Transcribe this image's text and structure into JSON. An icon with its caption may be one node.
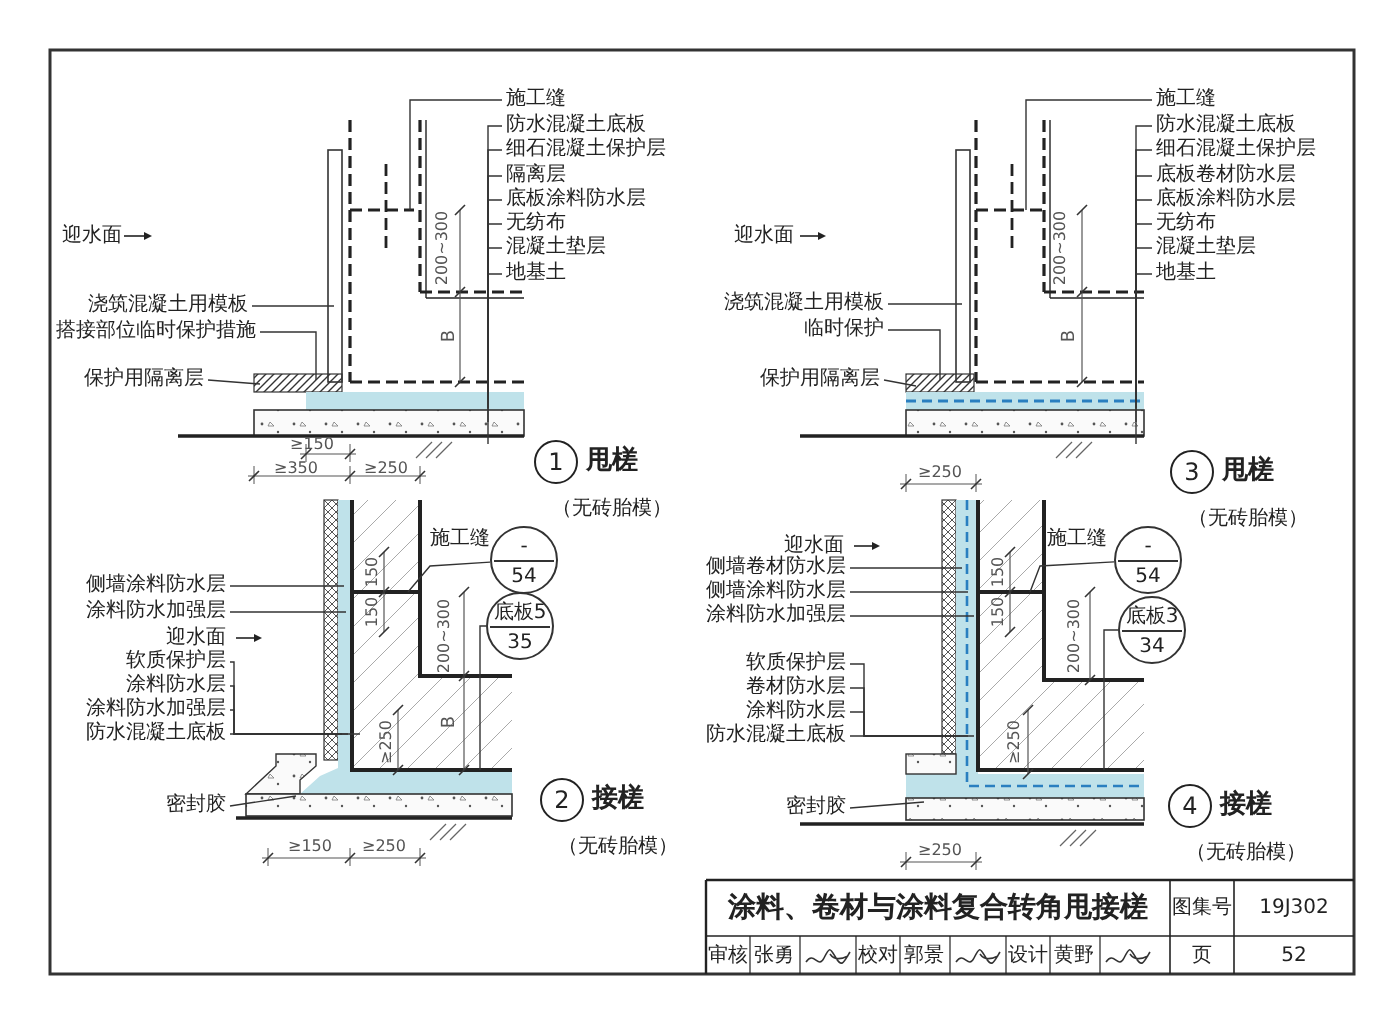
{
  "diagram": {
    "title": "涂料、卷材与涂料复合转角甩接槎",
    "nodes": [
      {
        "text": [
          "施工缝"
        ]
      },
      {
        "text": [
          "防水混凝土底板"
        ]
      },
      {
        "text": [
          "细石混凝土保护层"
        ]
      },
      {
        "text": [
          "隔离层"
        ]
      },
      {
        "text": [
          "底板涂料防水层"
        ]
      },
      {
        "text": [
          "无纺布"
        ]
      },
      {
        "text": [
          "混凝土垫层"
        ]
      },
      {
        "text": [
          "地基土"
        ]
      },
      {
        "text": [
          "浇筑混凝土用模板"
        ]
      },
      {
        "text": [
          "搭接部位临时保护措施"
        ]
      },
      {
        "text": [
          "保护用隔离层"
        ]
      },
      {
        "text": [
          "1"
        ],
        "beside": [
          "甩槎",
          "（无砖胎模）"
        ]
      },
      {
        "text": [
          "施工缝"
        ]
      },
      {
        "text": [
          "防水混凝土底板"
        ]
      },
      {
        "text": [
          "细石混凝土保护层"
        ]
      },
      {
        "text": [
          "底板卷材防水层"
        ]
      },
      {
        "text": [
          "底板涂料防水层"
        ]
      },
      {
        "text": [
          "无纺布"
        ]
      },
      {
        "text": [
          "混凝土垫层"
        ]
      },
      {
        "text": [
          "地基土"
        ]
      },
      {
        "text": [
          "浇筑混凝土用模板"
        ]
      },
      {
        "text": [
          "临时保护"
        ]
      },
      {
        "text": [
          "保护用隔离层"
        ]
      },
      {
        "text": [
          "3"
        ],
        "beside": [
          "甩槎",
          "（无砖胎模）"
        ]
      },
      {
        "text": [
          "侧墙涂料防水层"
        ]
      },
      {
        "text": [
          "涂料防水加强层"
        ]
      },
      {
        "text": [
          "软质保护层"
        ]
      },
      {
        "text": [
          "涂料防水层"
        ]
      },
      {
        "text": [
          "涂料防水加强层"
        ]
      },
      {
        "text": [
          "防水混凝土底板"
        ]
      },
      {
        "text": [
          "密封胶"
        ]
      },
      {
        "text": [
          "-",
          "54"
        ]
      },
      {
        "text": [
          "底板5",
          "35"
        ]
      },
      {
        "text": [
          "2"
        ],
        "beside": [
          "接槎",
          "（无砖胎模）"
        ]
      },
      {
        "text": [
          "侧墙卷材防水层"
        ]
      },
      {
        "text": [
          "侧墙涂料防水层"
        ]
      },
      {
        "text": [
          "涂料防水加强层"
        ]
      },
      {
        "text": [
          "软质保护层"
        ]
      },
      {
        "text": [
          "卷材防水层"
        ]
      },
      {
        "text": [
          "涂料防水层"
        ]
      },
      {
        "text": [
          "防水混凝土底板"
        ]
      },
      {
        "text": [
          "密封胶"
        ]
      },
      {
        "text": [
          "-",
          "54"
        ]
      },
      {
        "text": [
          "底板3",
          "34"
        ]
      },
      {
        "text": [
          "4"
        ],
        "beside": [
          "接槎",
          "（无砖胎模）"
        ]
      }
    ],
    "edges": [
      {
        "from": 0,
        "to": null,
        "arrow": "none"
      },
      {
        "from": 1,
        "to": null,
        "arrow": "none"
      },
      {
        "from": 2,
        "to": null,
        "arrow": "none"
      },
      {
        "from": 3,
        "to": null,
        "arrow": "none"
      },
      {
        "from": 4,
        "to": null,
        "arrow": "none"
      },
      {
        "from": 5,
        "to": null,
        "arrow": "none"
      },
      {
        "from": 6,
        "to": null,
        "arrow": "none"
      },
      {
        "from": 7,
        "to": null,
        "arrow": "none"
      },
      {
        "from": 8,
        "to": null,
        "arrow": "none"
      },
      {
        "from": 9,
        "to": null,
        "arrow": "none"
      },
      {
        "from": 10,
        "to": null,
        "arrow": "none"
      },
      {
        "from": 12,
        "to": null,
        "arrow": "none"
      },
      {
        "from": 13,
        "to": null,
        "arrow": "none"
      },
      {
        "from": 14,
        "to": null,
        "arrow": "none"
      },
      {
        "from": 15,
        "to": null,
        "arrow": "none"
      },
      {
        "from": 16,
        "to": null,
        "arrow": "none"
      },
      {
        "from": 17,
        "to": null,
        "arrow": "none"
      },
      {
        "from": 18,
        "to": null,
        "arrow": "none"
      },
      {
        "from": 19,
        "to": null,
        "arrow": "none"
      },
      {
        "from": 20,
        "to": null,
        "arrow": "none"
      },
      {
        "from": 21,
        "to": null,
        "arrow": "none"
      },
      {
        "from": 22,
        "to": null,
        "arrow": "none"
      },
      {
        "from": 24,
        "to": null,
        "arrow": "none"
      },
      {
        "from": 25,
        "to": null,
        "arrow": "none"
      },
      {
        "from": 26,
        "to": null,
        "arrow": "none"
      },
      {
        "from": 27,
        "to": null,
        "arrow": "none"
      },
      {
        "from": 28,
        "to": null,
        "arrow": "none"
      },
      {
        "from": 29,
        "to": null,
        "arrow": "none"
      },
      {
        "from": 30,
        "to": null,
        "arrow": "none"
      },
      {
        "from": 31,
        "to": null,
        "arrow": "none",
        "label": "施工缝"
      },
      {
        "from": 32,
        "to": null,
        "arrow": "none"
      },
      {
        "from": 34,
        "to": null,
        "arrow": "none"
      },
      {
        "from": 35,
        "to": null,
        "arrow": "none"
      },
      {
        "from": 36,
        "to": null,
        "arrow": "none"
      },
      {
        "from": 37,
        "to": null,
        "arrow": "none"
      },
      {
        "from": 38,
        "to": null,
        "arrow": "none"
      },
      {
        "from": 39,
        "to": null,
        "arrow": "none"
      },
      {
        "from": 40,
        "to": null,
        "arrow": "none"
      },
      {
        "from": 41,
        "to": null,
        "arrow": "none"
      },
      {
        "from": 42,
        "to": null,
        "arrow": "none",
        "label": "施工缝"
      },
      {
        "from": 43,
        "to": null,
        "arrow": "none"
      }
    ],
    "labels": [
      "迎水面",
      "200~300",
      "B",
      "≥150",
      "≥350",
      "≥250",
      "迎水面",
      "200~300",
      "B",
      "≥250",
      "迎水面",
      "150",
      "150",
      "200~300",
      "B",
      "≥250",
      "≥150",
      "≥250",
      "迎水面",
      "150",
      "150",
      "200~300",
      "≥250",
      "≥250",
      "图集号",
      "19J302",
      "审核",
      "张勇",
      "校对",
      "郭景",
      "设计",
      "黄野",
      "页",
      "52"
    ]
  }
}
